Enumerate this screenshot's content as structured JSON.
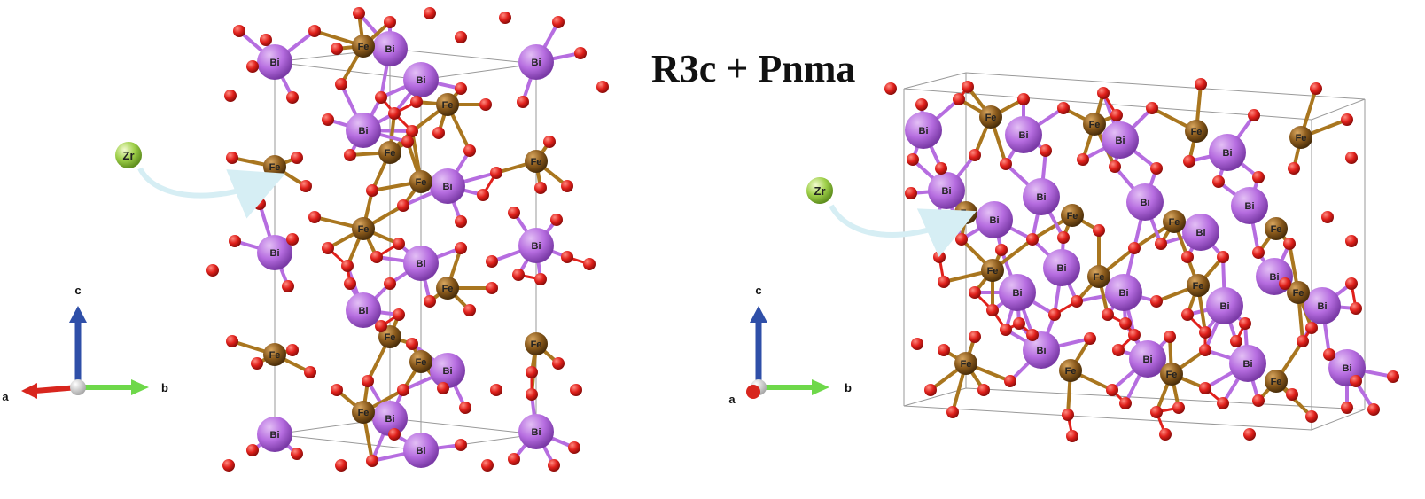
{
  "title": "R3c + Pnma",
  "colors": {
    "bismuth": "#b66de0",
    "iron": "#8a5a1c",
    "oxygen": "#e0201b",
    "zirconium": "#9fd04a",
    "axis_a": "#d8261e",
    "axis_b": "#6ed84a",
    "axis_c": "#2f4fa8",
    "cell_edge": "#999999"
  },
  "left_structure": {
    "zr_label": "Zr",
    "axes": {
      "a": "a",
      "b": "b",
      "c": "c"
    },
    "atom_labels": {
      "bismuth": "Bi",
      "iron": "Fe"
    }
  },
  "right_structure": {
    "zr_label": "Zr",
    "axes": {
      "a": "a",
      "b": "b",
      "c": "c"
    },
    "atom_labels": {
      "bismuth": "Bi",
      "iron": "Fe"
    }
  }
}
